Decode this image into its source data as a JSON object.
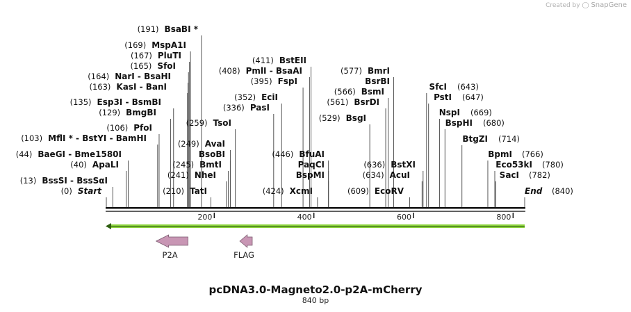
{
  "credit": {
    "prefix": "Created by",
    "brand": "SnapGene"
  },
  "plasmid": {
    "name": "pcDNA3.0-Magneto2.0-p2A-mCherry",
    "length_label": "840 bp",
    "length": 840
  },
  "ruler": {
    "ticks": [
      200,
      400,
      600,
      800
    ]
  },
  "sites": [
    {
      "pos": "(191)",
      "name": "BsaBI *",
      "at": 191
    },
    {
      "pos": "(169)",
      "name": "MspA1I",
      "at": 169
    },
    {
      "pos": "(167)",
      "name": "PluTI",
      "at": 167
    },
    {
      "pos": "(165)",
      "name": "SfoI",
      "at": 165
    },
    {
      "pos": "(164)",
      "name": "NarI  -  BsaHI",
      "at": 164
    },
    {
      "pos": "(163)",
      "name": "KasI  -  BanI",
      "at": 163
    },
    {
      "pos": "(135)",
      "name": "Esp3I  -  BsmBI",
      "at": 135
    },
    {
      "pos": "(129)",
      "name": "BmgBI",
      "at": 129
    },
    {
      "pos": "(106)",
      "name": "PfoI",
      "at": 106
    },
    {
      "pos": "(103)",
      "name": "MflI * - BstYI  - BamHI",
      "at": 103
    },
    {
      "pos": "(44)",
      "name": "BaeGI  - Bme1580I",
      "at": 44
    },
    {
      "pos": "(40)",
      "name": "ApaLI",
      "at": 40
    },
    {
      "pos": "(13)",
      "name": "BssSI  - BssSαI",
      "at": 13
    },
    {
      "pos": "(0)",
      "name": "Start",
      "at": 0,
      "italic": true
    },
    {
      "pos": "(259)",
      "name": "TsoI",
      "at": 259
    },
    {
      "pos": "(249)",
      "name": "AvaI",
      "at": 249
    },
    {
      "pos": "",
      "name": "BsoBI",
      "at": 249
    },
    {
      "pos": "(245)",
      "name": "BmtI",
      "at": 245
    },
    {
      "pos": "(241)",
      "name": "NheI",
      "at": 241
    },
    {
      "pos": "(210)",
      "name": "TatI",
      "at": 210
    },
    {
      "pos": "(411)",
      "name": "BstEII",
      "at": 411
    },
    {
      "pos": "(408)",
      "name": "PmlI  - BsaAI",
      "at": 408
    },
    {
      "pos": "(395)",
      "name": "FspI",
      "at": 395
    },
    {
      "pos": "(352)",
      "name": "EciI",
      "at": 352
    },
    {
      "pos": "(336)",
      "name": "PasI",
      "at": 336
    },
    {
      "pos": "(446)",
      "name": "BfuAI",
      "at": 446
    },
    {
      "pos": "",
      "name": "PaqCI",
      "at": 446
    },
    {
      "pos": "",
      "name": "BspMI",
      "at": 446
    },
    {
      "pos": "(424)",
      "name": "XcmI",
      "at": 424
    },
    {
      "pos": "(577)",
      "name": "BmrI",
      "at": 577
    },
    {
      "pos": "",
      "name": "BsrBI",
      "at": 577
    },
    {
      "pos": "(566)",
      "name": "BsmI",
      "at": 566
    },
    {
      "pos": "(561)",
      "name": "BsrDI",
      "at": 561
    },
    {
      "pos": "(529)",
      "name": "BsgI",
      "at": 529
    },
    {
      "pos": "(636)",
      "name": "BstXI",
      "at": 636
    },
    {
      "pos": "(634)",
      "name": "AcuI",
      "at": 634
    },
    {
      "pos": "(609)",
      "name": "EcoRV",
      "at": 609
    },
    {
      "pos": "(643)",
      "name": "SfcI",
      "at": 643
    },
    {
      "pos": "(647)",
      "name": "PstI",
      "at": 647
    },
    {
      "pos": "(669)",
      "name": "NspI",
      "at": 669
    },
    {
      "pos": "(680)",
      "name": "BspHI",
      "at": 680
    },
    {
      "pos": "(714)",
      "name": "BtgZI",
      "at": 714
    },
    {
      "pos": "(766)",
      "name": "BpmI",
      "at": 766
    },
    {
      "pos": "(780)",
      "name": "Eco53kI",
      "at": 780
    },
    {
      "pos": "(782)",
      "name": "SacI",
      "at": 782
    },
    {
      "pos": "(840)",
      "name": "End",
      "at": 840,
      "italic": true
    }
  ],
  "features": [
    {
      "name": "P2A",
      "from": 100,
      "to": 164,
      "direction": "reverse",
      "color": "#c896b4"
    },
    {
      "name": "FLAG",
      "from": 268,
      "to": 293,
      "direction": "reverse",
      "color": "#c896b4"
    }
  ],
  "orf": {
    "direction": "reverse",
    "color": "#8bd23c"
  }
}
